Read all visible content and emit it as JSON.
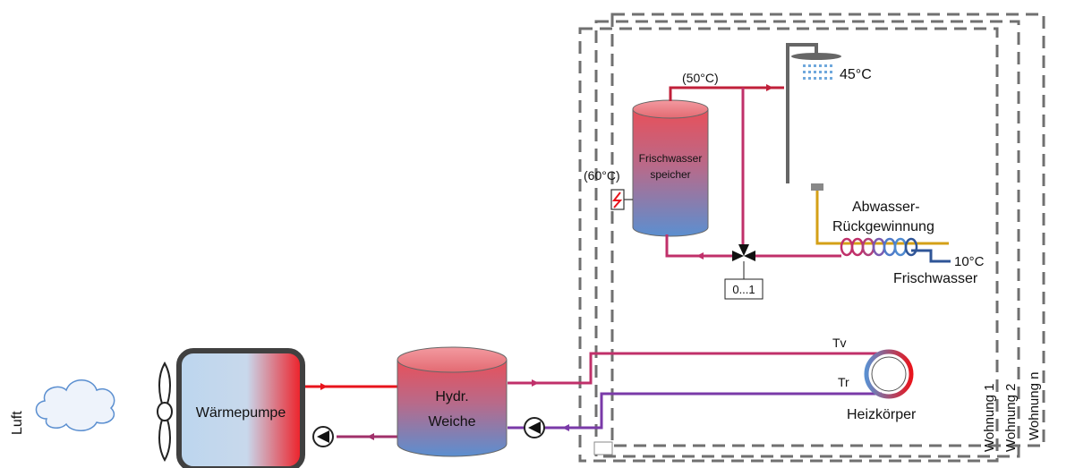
{
  "labels": {
    "luft": "Luft",
    "waermepumpe": "Wärmepumpe",
    "weiche_line1": "Hydr.",
    "weiche_line2": "Weiche",
    "speicher_line1": "Frischwasser",
    "speicher_line2": "speicher",
    "temp_storage": "(60°C)",
    "temp_supply": "(50°C)",
    "temp_shower": "45°C",
    "temp_fresh": "10°C",
    "abwasser_line1": "Abwasser-",
    "abwasser_line2": "Rückgewinnung",
    "frischwasser": "Frischwasser",
    "mixer_control": "0...1",
    "tv": "Tv",
    "tr": "Tr",
    "heizkoerper": "Heizkörper",
    "wohnung_1": "Wohnung 1",
    "wohnung_2": "Wohnung 2",
    "wohnung_n": "Wohnung n"
  },
  "colors": {
    "hot": "#e8141c",
    "warm": "#c0306a",
    "return": "#7a3aa8",
    "cold": "#2f5597",
    "waste": "#d4a017",
    "frame": "#707070"
  }
}
